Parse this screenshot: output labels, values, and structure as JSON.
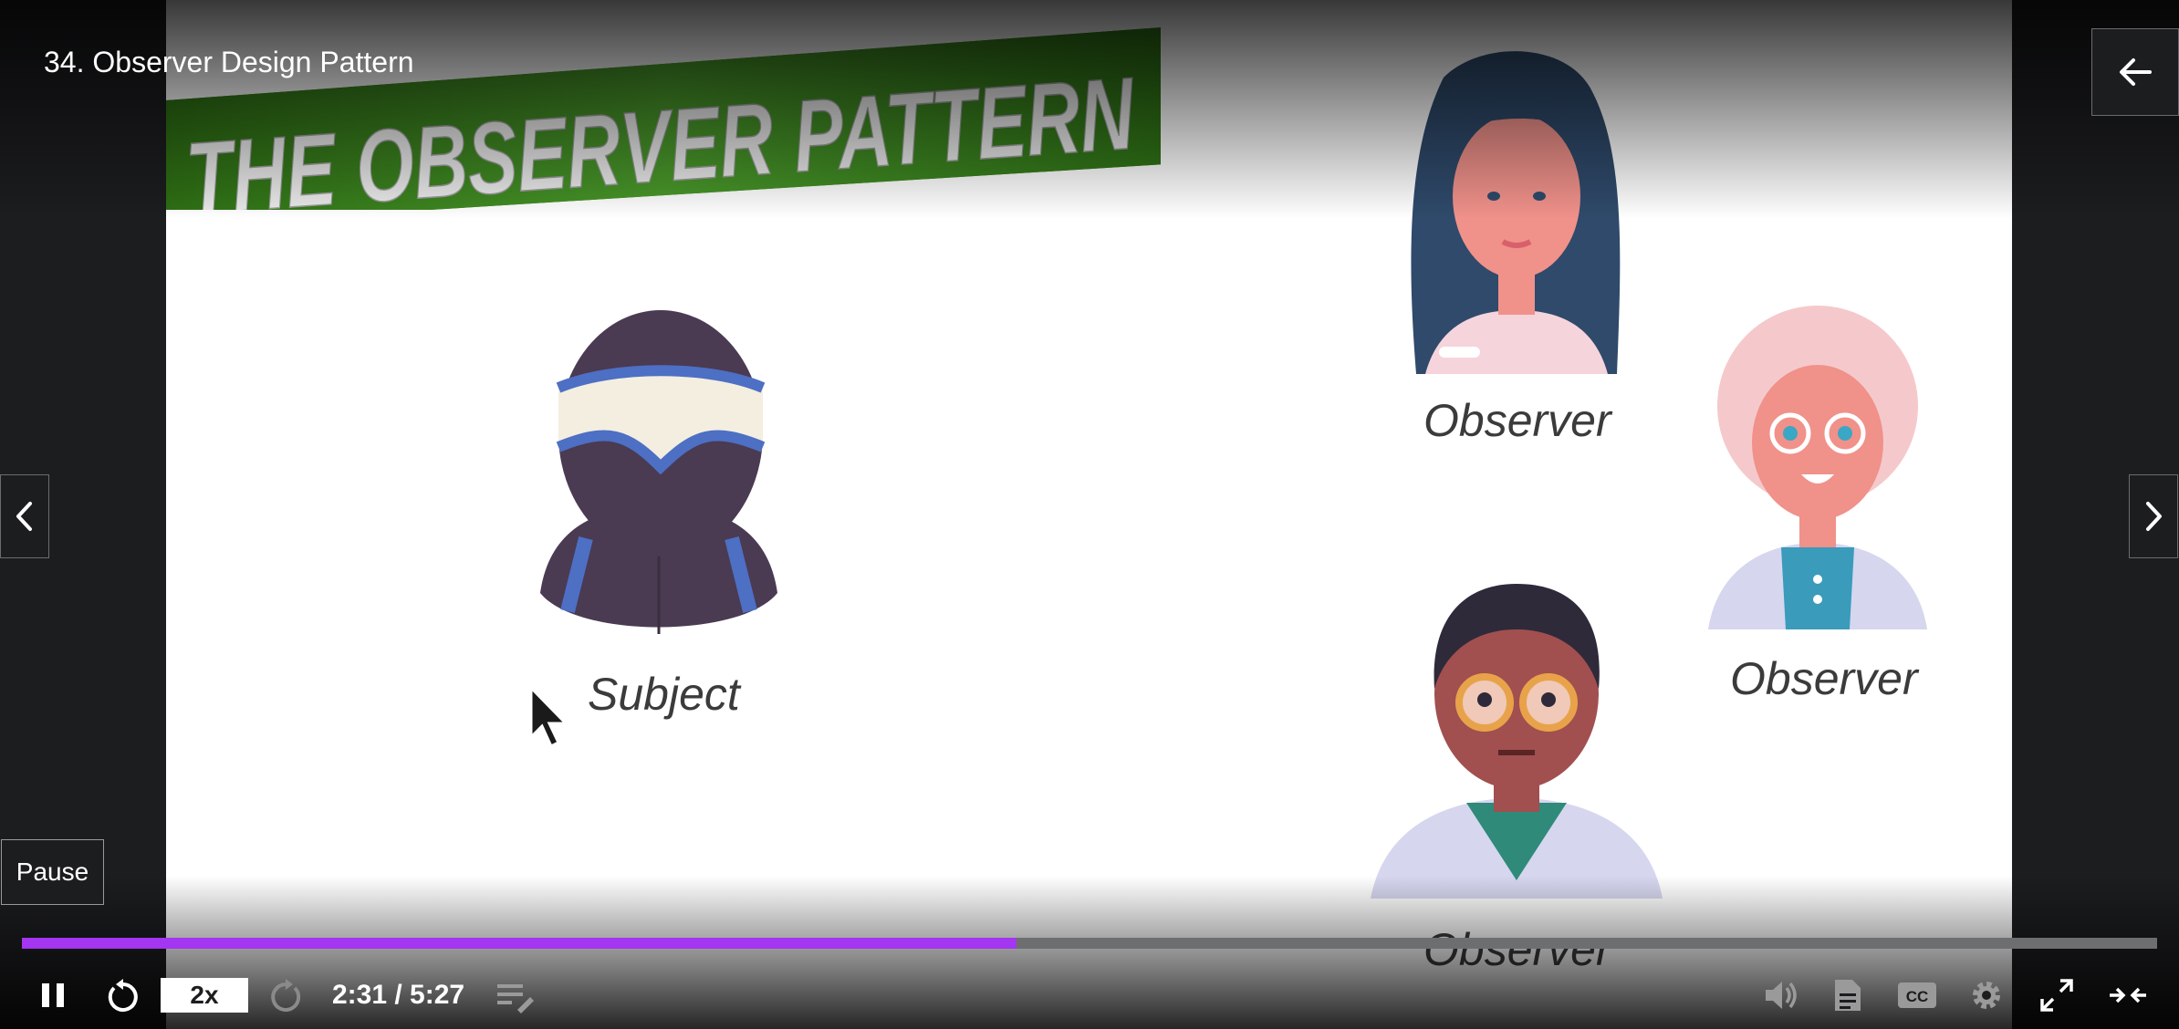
{
  "lecture": {
    "title": "34. Observer Design Pattern"
  },
  "slide": {
    "banner_text": "THE OBSERVER PATTERN",
    "subject_label": "Subject",
    "observer_labels": [
      "Observer",
      "Observer",
      "Observer"
    ],
    "colors": {
      "banner_green": "#3e8a1f",
      "figure_purple": "#4a3a52",
      "accent_blue": "#4d6fc4"
    }
  },
  "overlay": {
    "pause_tooltip": "Pause"
  },
  "player": {
    "progress_fraction": 0.466,
    "speed_label": "2x",
    "time_display": "2:31 / 5:27",
    "accent_color": "#a435f0"
  },
  "icons": [
    "pause-icon",
    "rewind-icon",
    "forward-icon",
    "playlist-icon",
    "volume-icon",
    "transcript-icon",
    "captions-icon",
    "settings-icon",
    "fullscreen-icon",
    "exit-expanded-icon",
    "back-arrow-icon",
    "chevron-left-icon",
    "chevron-right-icon"
  ]
}
